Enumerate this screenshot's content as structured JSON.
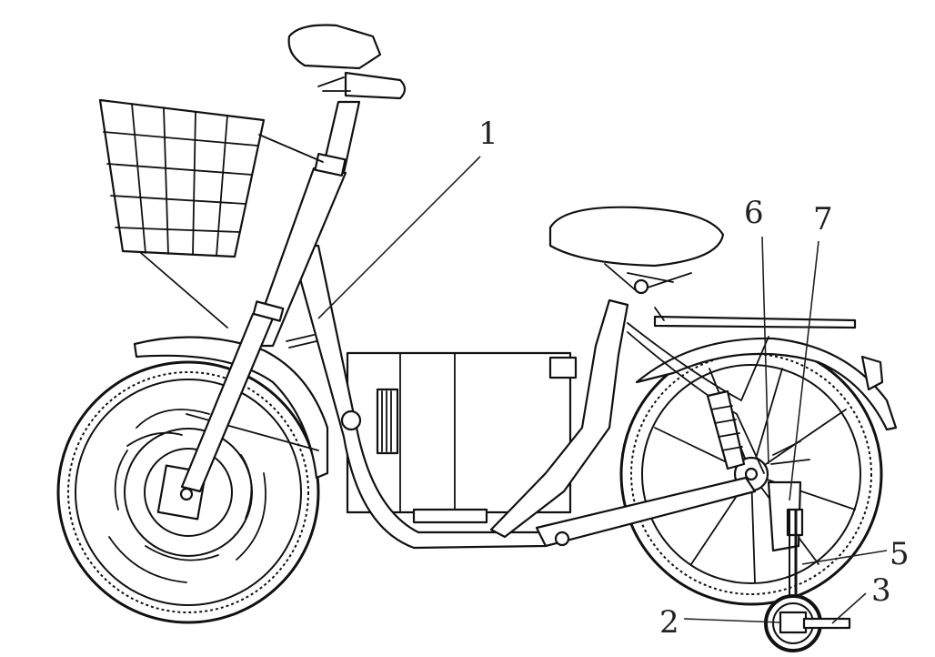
{
  "labels": {
    "l1": "1",
    "l2": "2",
    "l3": "3",
    "l5": "5",
    "l6": "6",
    "l7": "7"
  }
}
